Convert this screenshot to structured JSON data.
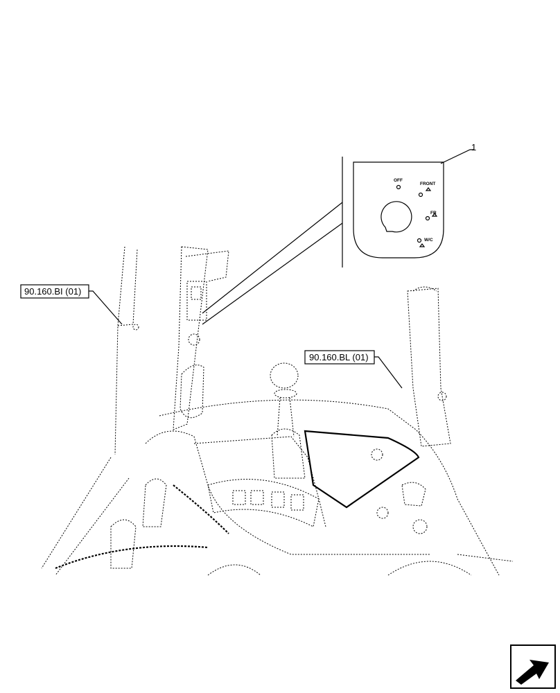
{
  "references": [
    {
      "id": "ref-1",
      "text": "90.160.BI (01)"
    },
    {
      "id": "ref-2",
      "text": "90.160.BL (01)"
    }
  ],
  "callout": {
    "number": "1"
  },
  "switch_panel": {
    "labels": [
      "OFF",
      "FRONT",
      "FR",
      "W/C"
    ]
  },
  "nav_icon": "forward-arrow-icon"
}
